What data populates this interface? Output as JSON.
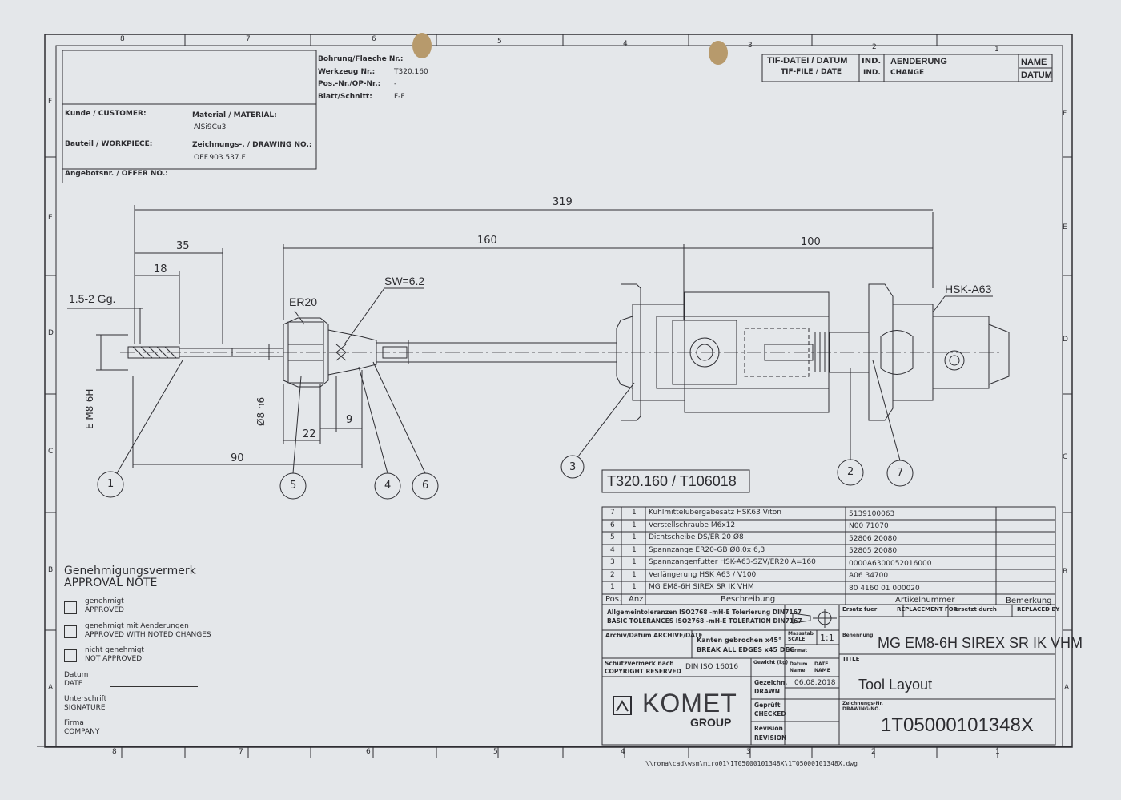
{
  "border": {
    "columns_top": [
      "8",
      "7",
      "6",
      "5",
      "4",
      "3",
      "2",
      "1"
    ],
    "columns_bottom": [
      "8",
      "7",
      "6",
      "5",
      "4",
      "3",
      "2",
      "1"
    ],
    "rows_left": [
      "F",
      "E",
      "D",
      "C",
      "B",
      "A"
    ],
    "rows_right": [
      "F",
      "E",
      "D",
      "C",
      "B",
      "A"
    ]
  },
  "header": {
    "bohrung_label": "Bohrung/Flaeche Nr.:",
    "werkzeug_label": "Werkzeug Nr.:",
    "werkzeug_value": "T320.160",
    "pos_label": "Pos.-Nr./OP-Nr.:",
    "pos_value": "-",
    "blatt_label": "Blatt/Schnitt:",
    "blatt_value": "F-F",
    "kunde_label": "Kunde / CUSTOMER:",
    "material_label": "Material / MATERIAL:",
    "material_value": "AlSi9Cu3",
    "bauteil_label": "Bauteil / WORKPIECE:",
    "zeichnung_label": "Zeichnungs-. / DRAWING NO.:",
    "zeichnung_value": "OEF.903.537.F",
    "angebot_label": "Angebotsnr. / OFFER NO.:"
  },
  "revision_box": {
    "tif_label": "TIF-DATEI / DATUM",
    "tif_sub": "TIF-FILE / DATE",
    "ind_label": "IND.",
    "ind_sub": "IND.",
    "change_label": "AENDERUNG",
    "change_sub": "CHANGE",
    "name_label": "NAME",
    "date_label": "DATUM"
  },
  "drawing": {
    "dim_319": "319",
    "dim_160": "160",
    "dim_100": "100",
    "dim_35": "35",
    "dim_18": "18",
    "dim_thread": "1.5-2 Gg.",
    "dim_90": "90",
    "dim_22": "22",
    "dim_9": "9",
    "dim_d8": "Ø8 h6",
    "label_er20": "ER20",
    "label_sw": "SW=6.2",
    "label_hsk": "HSK-A63",
    "label_thread": "E M8-6H",
    "balloons": [
      "1",
      "5",
      "4",
      "6",
      "3",
      "2",
      "7"
    ],
    "tool_ref": "T320.160 / T106018"
  },
  "bom": {
    "rows": [
      {
        "pos": "7",
        "qty": "1",
        "desc": "Kühlmittelübergabesatz HSK63 Viton",
        "part": "5139100063"
      },
      {
        "pos": "6",
        "qty": "1",
        "desc": "Verstellschraube M6x12",
        "part": "N00 71070"
      },
      {
        "pos": "5",
        "qty": "1",
        "desc": "Dichtscheibe DS/ER 20 Ø8",
        "part": "52806 20080"
      },
      {
        "pos": "4",
        "qty": "1",
        "desc": "Spannzange ER20-GB Ø8,0x 6,3",
        "part": "52805 20080"
      },
      {
        "pos": "3",
        "qty": "1",
        "desc": "Spannzangenfutter HSK-A63-SZV/ER20 A=160",
        "part": "0000A6300052016000"
      },
      {
        "pos": "2",
        "qty": "1",
        "desc": "Verlängerung  HSK A63 / V100",
        "part": "A06 34700"
      },
      {
        "pos": "1",
        "qty": "1",
        "desc": "MG EM8-6H SIREX SR IK VHM",
        "part": "80 4160 01 000020"
      }
    ],
    "head_pos": "Pos.",
    "head_qty": "Anz",
    "head_desc": "Beschreibung",
    "head_part": "Artikelnummer",
    "head_remark": "Bemerkung"
  },
  "title_block": {
    "tol_1": "Allgemeintoleranzen ISO2768 -mH-E  Tolerierung DIN7167",
    "tol_2": "BASIC TOLERANCES ISO2768 -mH-E  TOLERATION DIN7167",
    "ersatz_fuer": "Ersatz fuer",
    "replacement_for": "REPLACEMENT FOR",
    "ersetzt_durch": "ersetzt durch",
    "replaced_by": "REPLACED BY",
    "archiv": "Archiv/Datum   ARCHIVE/DATE",
    "kanten_1": "Kanten gebrochen   x45°",
    "kanten_2": "BREAK ALL EDGES   x45 DEG",
    "massstab": "Massstab",
    "scale": "SCALE",
    "scale_value": "1:1",
    "format": "Format",
    "benennung": "Benennung",
    "title_name": "MG EM8-6H SIREX SR IK VHM",
    "title_label": "TITLE",
    "subtitle": "Tool Layout",
    "schutz_1": "Schutzvermerk nach",
    "schutz_2": "COPYRIGHT RESERVED",
    "din": "DIN ISO 16016",
    "gewicht": "Gewicht (kg)",
    "datum_name_1": "Datum",
    "datum_name_2": "Name",
    "date_name_1": "DATE",
    "date_name_2": "NAME",
    "gezeichn": "Gezeichn.",
    "drawn": "DRAWN",
    "drawn_date": "06.08.2018",
    "geprueft": "Geprüft",
    "checked": "CHECKED",
    "revision_1": "Revision",
    "revision_2": "REVISION",
    "company": "KOMET",
    "group": "GROUP",
    "zeichnungs_nr": "Zeichnungs-Nr.",
    "drawing_no_label": "DRAWING-NO.",
    "drawing_no": "1T05000101348X"
  },
  "approval": {
    "title_1": "Genehmigungsvermerk",
    "title_2": "APPROVAL NOTE",
    "opt1_de": "genehmigt",
    "opt1_en": "APPROVED",
    "opt2_de": "genehmigt mit Aenderungen",
    "opt2_en": "APPROVED WITH NOTED CHANGES",
    "opt3_de": "nicht genehmigt",
    "opt3_en": "NOT APPROVED",
    "datum": "Datum",
    "date": "DATE",
    "unterschrift": "Unterschrift",
    "signature": "SIGNATURE",
    "firma": "Firma",
    "company": "COMPANY"
  },
  "file_path": "\\\\roma\\cad\\wsm\\miro01\\1T05000101348X\\1T05000101348X.dwg"
}
